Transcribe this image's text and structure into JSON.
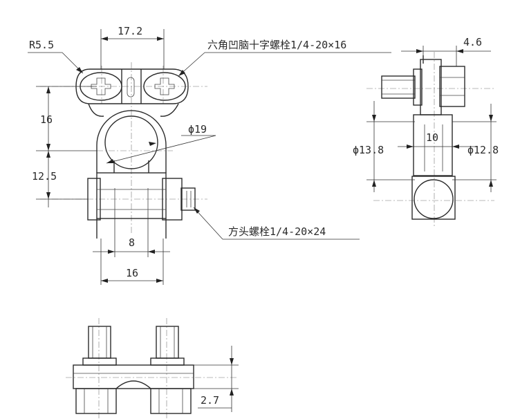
{
  "dimensions": {
    "top_width": "17.2",
    "radius": "R5.5",
    "upper_height": "16",
    "lower_height": "12.5",
    "bore_diameter": "ϕ19",
    "inner_width": "8",
    "bottom_width": "16",
    "right_offset": "4.6",
    "right_width": "10",
    "left_diameter": "ϕ13.8",
    "right_diameter": "ϕ12.8",
    "bottom_offset": "2.7"
  },
  "callouts": {
    "top_screw": "六角凹脑十字螺栓1/4-20×16",
    "side_bolt": "方头螺栓1/4-20×24"
  }
}
